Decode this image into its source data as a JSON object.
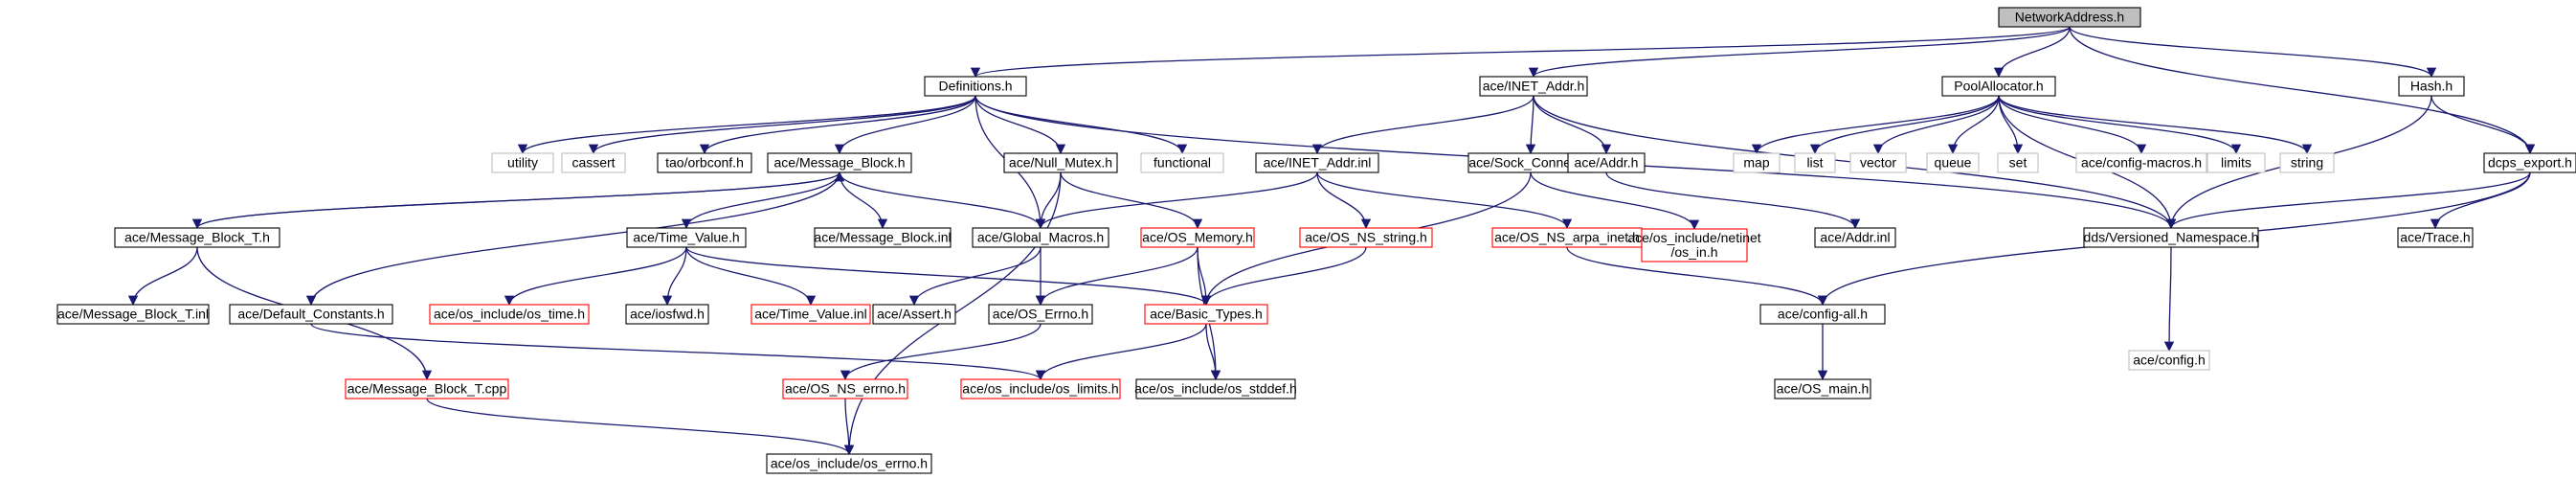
{
  "diagram": {
    "title": "",
    "colors": {
      "edge": "#191970",
      "root_fill": "#bfbfbf",
      "normal_stroke": "#000000",
      "missing_stroke": "#ff0000",
      "external_stroke": "#bfbfbf"
    },
    "nodes": [
      {
        "id": "root",
        "label": "NetworkAddress.h",
        "kind": "root"
      },
      {
        "id": "definitions",
        "label": "Definitions.h",
        "kind": "normal"
      },
      {
        "id": "inet_addr_h",
        "label": "ace/INET_Addr.h",
        "kind": "normal"
      },
      {
        "id": "poolalloc",
        "label": "PoolAllocator.h",
        "kind": "normal"
      },
      {
        "id": "hash",
        "label": "Hash.h",
        "kind": "normal"
      },
      {
        "id": "dcps_export",
        "label": "dcps_export.h",
        "kind": "normal"
      },
      {
        "id": "utility",
        "label": "utility",
        "kind": "external"
      },
      {
        "id": "cassert",
        "label": "cassert",
        "kind": "external"
      },
      {
        "id": "orbconf",
        "label": "tao/orbconf.h",
        "kind": "normal"
      },
      {
        "id": "msgblock",
        "label": "ace/Message_Block.h",
        "kind": "normal"
      },
      {
        "id": "nullmutex",
        "label": "ace/Null_Mutex.h",
        "kind": "normal"
      },
      {
        "id": "functional",
        "label": "functional",
        "kind": "external"
      },
      {
        "id": "inet_inl",
        "label": "ace/INET_Addr.inl",
        "kind": "normal"
      },
      {
        "id": "sockconn",
        "label": "ace/Sock_Connect.h",
        "kind": "normal"
      },
      {
        "id": "addr_h",
        "label": "ace/Addr.h",
        "kind": "normal"
      },
      {
        "id": "map",
        "label": "map",
        "kind": "external"
      },
      {
        "id": "list",
        "label": "list",
        "kind": "external"
      },
      {
        "id": "vector",
        "label": "vector",
        "kind": "external"
      },
      {
        "id": "queue",
        "label": "queue",
        "kind": "external"
      },
      {
        "id": "set",
        "label": "set",
        "kind": "external"
      },
      {
        "id": "configmacros",
        "label": "ace/config-macros.h",
        "kind": "external"
      },
      {
        "id": "limits",
        "label": "limits",
        "kind": "external"
      },
      {
        "id": "string",
        "label": "string",
        "kind": "external"
      },
      {
        "id": "msgblock_t",
        "label": "ace/Message_Block_T.h",
        "kind": "normal"
      },
      {
        "id": "timevalue",
        "label": "ace/Time_Value.h",
        "kind": "normal"
      },
      {
        "id": "msgblock_inl",
        "label": "ace/Message_Block.inl",
        "kind": "normal"
      },
      {
        "id": "globalmacros",
        "label": "ace/Global_Macros.h",
        "kind": "normal"
      },
      {
        "id": "osmemory",
        "label": "ace/OS_Memory.h",
        "kind": "missing"
      },
      {
        "id": "osnsstring",
        "label": "ace/OS_NS_string.h",
        "kind": "missing"
      },
      {
        "id": "osnsarpa",
        "label": "ace/OS_NS_arpa_inet.h",
        "kind": "missing"
      },
      {
        "id": "netinet",
        "label": "ace/os_include/netinet\n/os_in.h",
        "kind": "missing"
      },
      {
        "id": "addr_inl",
        "label": "ace/Addr.inl",
        "kind": "normal"
      },
      {
        "id": "versioned",
        "label": "dds/Versioned_Namespace.h",
        "kind": "normal"
      },
      {
        "id": "trace",
        "label": "ace/Trace.h",
        "kind": "normal"
      },
      {
        "id": "msgblock_t_inl",
        "label": "ace/Message_Block_T.inl",
        "kind": "normal"
      },
      {
        "id": "defconst",
        "label": "ace/Default_Constants.h",
        "kind": "normal"
      },
      {
        "id": "ostime",
        "label": "ace/os_include/os_time.h",
        "kind": "missing"
      },
      {
        "id": "iosfwd",
        "label": "ace/iosfwd.h",
        "kind": "normal"
      },
      {
        "id": "timevalue_inl",
        "label": "ace/Time_Value.inl",
        "kind": "missing"
      },
      {
        "id": "assert",
        "label": "ace/Assert.h",
        "kind": "normal"
      },
      {
        "id": "oserrno",
        "label": "ace/OS_Errno.h",
        "kind": "normal"
      },
      {
        "id": "basictypes",
        "label": "ace/Basic_Types.h",
        "kind": "missing"
      },
      {
        "id": "configall",
        "label": "ace/config-all.h",
        "kind": "normal"
      },
      {
        "id": "config_h",
        "label": "ace/config.h",
        "kind": "external"
      },
      {
        "id": "msgblock_t_cpp",
        "label": "ace/Message_Block_T.cpp",
        "kind": "missing"
      },
      {
        "id": "osnserrno",
        "label": "ace/OS_NS_errno.h",
        "kind": "missing"
      },
      {
        "id": "oslimits",
        "label": "ace/os_include/os_limits.h",
        "kind": "missing"
      },
      {
        "id": "osstddef",
        "label": "ace/os_include/os_stddef.h",
        "kind": "normal"
      },
      {
        "id": "osmain",
        "label": "ace/OS_main.h",
        "kind": "normal"
      },
      {
        "id": "oserrno_inc",
        "label": "ace/os_include/os_errno.h",
        "kind": "normal"
      }
    ],
    "edges": [
      [
        "root",
        "definitions"
      ],
      [
        "root",
        "inet_addr_h"
      ],
      [
        "root",
        "poolalloc"
      ],
      [
        "root",
        "hash"
      ],
      [
        "root",
        "dcps_export"
      ],
      [
        "definitions",
        "utility"
      ],
      [
        "definitions",
        "cassert"
      ],
      [
        "definitions",
        "orbconf"
      ],
      [
        "definitions",
        "msgblock"
      ],
      [
        "definitions",
        "nullmutex"
      ],
      [
        "definitions",
        "functional"
      ],
      [
        "definitions",
        "globalmacros"
      ],
      [
        "definitions",
        "versioned"
      ],
      [
        "inet_addr_h",
        "sockconn"
      ],
      [
        "inet_addr_h",
        "addr_h"
      ],
      [
        "inet_addr_h",
        "inet_inl"
      ],
      [
        "inet_addr_h",
        "versioned"
      ],
      [
        "poolalloc",
        "map"
      ],
      [
        "poolalloc",
        "list"
      ],
      [
        "poolalloc",
        "vector"
      ],
      [
        "poolalloc",
        "queue"
      ],
      [
        "poolalloc",
        "set"
      ],
      [
        "poolalloc",
        "configmacros"
      ],
      [
        "poolalloc",
        "limits"
      ],
      [
        "poolalloc",
        "string"
      ],
      [
        "poolalloc",
        "versioned"
      ],
      [
        "hash",
        "dcps_export"
      ],
      [
        "hash",
        "versioned"
      ],
      [
        "dcps_export",
        "versioned"
      ],
      [
        "dcps_export",
        "trace"
      ],
      [
        "dcps_export",
        "configall"
      ],
      [
        "msgblock",
        "msgblock_t"
      ],
      [
        "msgblock",
        "timevalue"
      ],
      [
        "msgblock",
        "msgblock_inl"
      ],
      [
        "msgblock",
        "globalmacros"
      ],
      [
        "msgblock",
        "defconst"
      ],
      [
        "msgblock_t",
        "msgblock"
      ],
      [
        "msgblock_t",
        "msgblock_t_inl"
      ],
      [
        "msgblock_t",
        "msgblock_t_cpp"
      ],
      [
        "nullmutex",
        "globalmacros"
      ],
      [
        "nullmutex",
        "osmemory"
      ],
      [
        "nullmutex",
        "oserrno_inc"
      ],
      [
        "inet_inl",
        "globalmacros"
      ],
      [
        "inet_inl",
        "osnsstring"
      ],
      [
        "inet_inl",
        "osnsarpa"
      ],
      [
        "sockconn",
        "basictypes"
      ],
      [
        "sockconn",
        "netinet"
      ],
      [
        "addr_h",
        "addr_inl"
      ],
      [
        "timevalue",
        "ostime"
      ],
      [
        "timevalue",
        "iosfwd"
      ],
      [
        "timevalue",
        "timevalue_inl"
      ],
      [
        "timevalue",
        "basictypes"
      ],
      [
        "globalmacros",
        "assert"
      ],
      [
        "globalmacros",
        "oserrno"
      ],
      [
        "osmemory",
        "oserrno"
      ],
      [
        "osmemory",
        "basictypes"
      ],
      [
        "osmemory",
        "osstddef"
      ],
      [
        "osnsstring",
        "basictypes"
      ],
      [
        "osnsarpa",
        "configall"
      ],
      [
        "versioned",
        "config_h"
      ],
      [
        "defconst",
        "oslimits"
      ],
      [
        "oserrno",
        "osnserrno"
      ],
      [
        "basictypes",
        "oslimits"
      ],
      [
        "basictypes",
        "osstddef"
      ],
      [
        "configall",
        "osmain"
      ],
      [
        "msgblock_t_cpp",
        "oserrno_inc"
      ],
      [
        "osnserrno",
        "oserrno_inc"
      ]
    ]
  }
}
